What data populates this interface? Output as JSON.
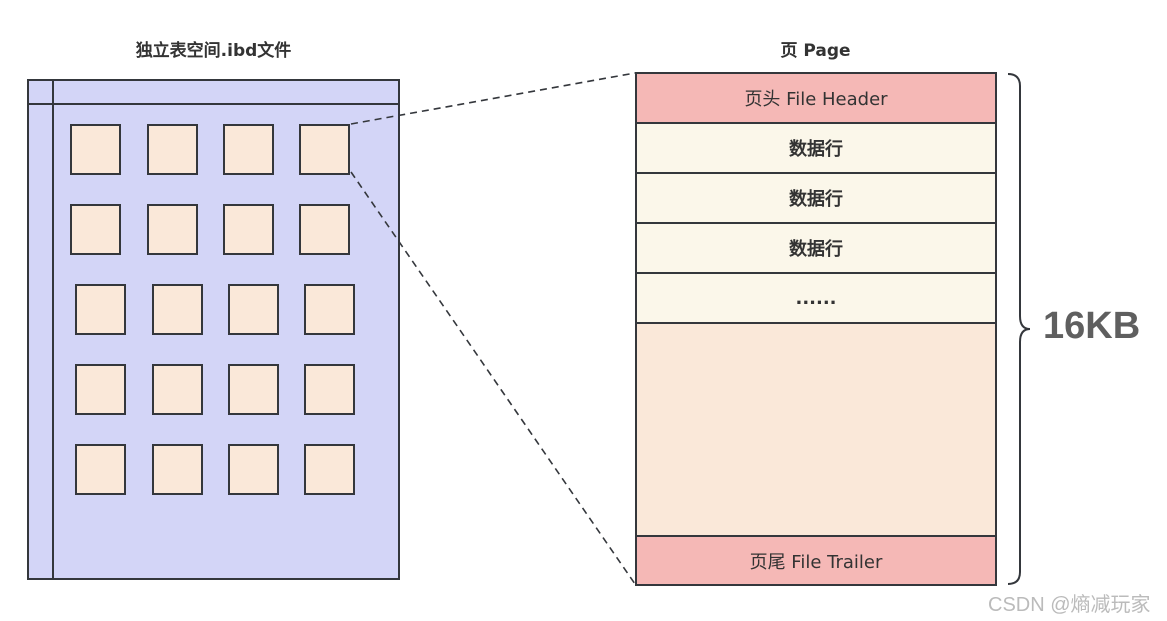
{
  "left_panel": {
    "title": "独立表空间.ibd文件",
    "grid": {
      "rows": 5,
      "cols": 4
    },
    "colors": {
      "fill": "#d3d5f7",
      "page_fill": "#fae8d9",
      "stroke": "#34373c"
    }
  },
  "right_panel": {
    "title": "页 Page",
    "rows": [
      {
        "label": "页头 File Header",
        "kind": "header",
        "color": "#f5b8b6"
      },
      {
        "label": "数据行",
        "kind": "data",
        "color": "#fbf7ea"
      },
      {
        "label": "数据行",
        "kind": "data",
        "color": "#fbf7ea"
      },
      {
        "label": "数据行",
        "kind": "data",
        "color": "#fbf7ea"
      },
      {
        "label": "......",
        "kind": "data",
        "color": "#fbf7ea"
      },
      {
        "label": "",
        "kind": "free",
        "color": "#fae8d9"
      },
      {
        "label": "页尾 File Trailer",
        "kind": "trailer",
        "color": "#f5b8b6"
      }
    ]
  },
  "size_label": "16KB",
  "watermark": "CSDN @熵减玩家"
}
